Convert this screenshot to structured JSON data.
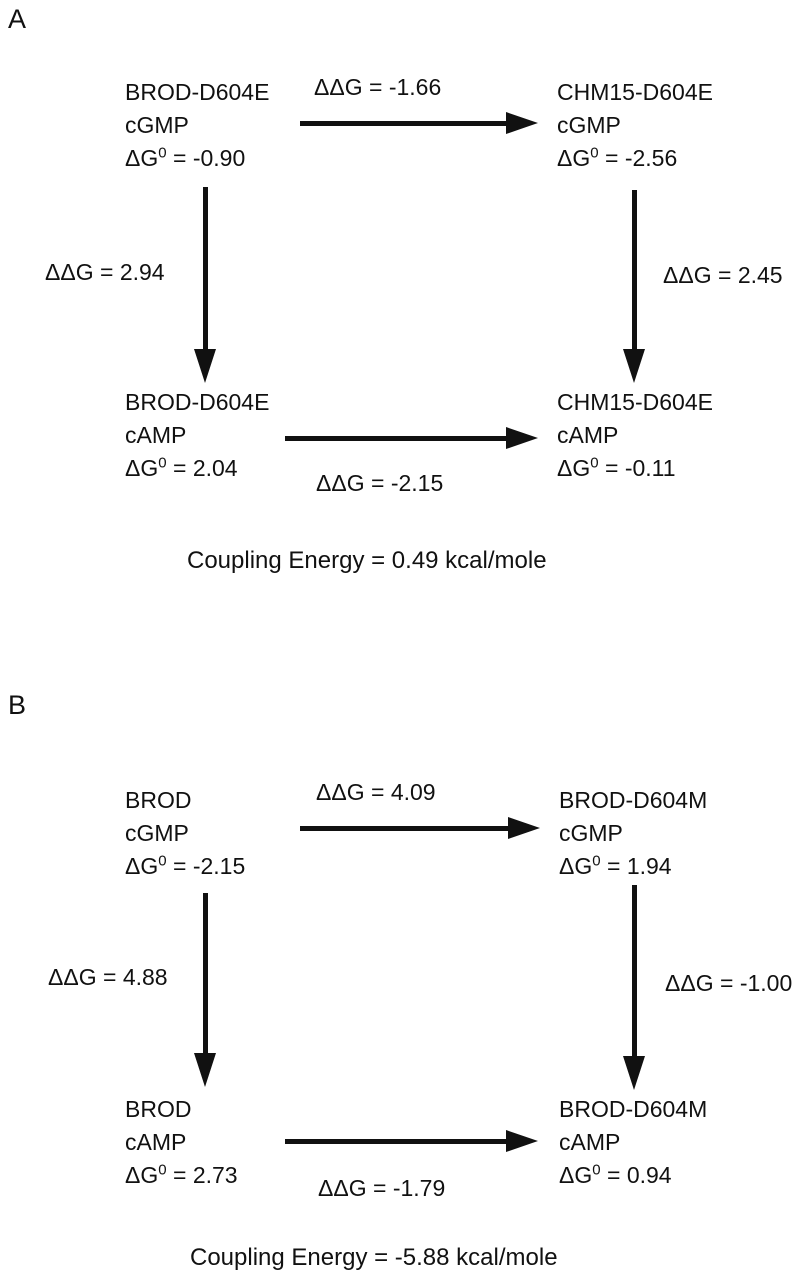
{
  "colors": {
    "background": "#ffffff",
    "ink": "#111111"
  },
  "panels": [
    {
      "label": "A",
      "nodes": {
        "top_left": {
          "name": "BROD-D604E",
          "ligand": "cGMP",
          "dg_base": "ΔG",
          "dg_sup": "0",
          "dg_value": " = -0.90"
        },
        "top_right": {
          "name": "CHM15-D604E",
          "ligand": "cGMP",
          "dg_base": "ΔG",
          "dg_sup": "0",
          "dg_value": " = -2.56"
        },
        "bottom_left": {
          "name": "BROD-D604E",
          "ligand": "cAMP",
          "dg_base": "ΔG",
          "dg_sup": "0",
          "dg_value": " = 2.04"
        },
        "bottom_right": {
          "name": "CHM15-D604E",
          "ligand": "cAMP",
          "dg_base": "ΔG",
          "dg_sup": "0",
          "dg_value": " = -0.11"
        }
      },
      "arrows": {
        "top": "ΔΔG = -1.66",
        "left": "ΔΔG = 2.94",
        "right": "ΔΔG = 2.45",
        "bottom": "ΔΔG = -2.15"
      },
      "coupling_energy": "Coupling Energy = 0.49 kcal/mole"
    },
    {
      "label": "B",
      "nodes": {
        "top_left": {
          "name": "BROD",
          "ligand": "cGMP",
          "dg_base": "ΔG",
          "dg_sup": "0",
          "dg_value": " = -2.15"
        },
        "top_right": {
          "name": "BROD-D604M",
          "ligand": "cGMP",
          "dg_base": "ΔG",
          "dg_sup": "0",
          "dg_value": " = 1.94"
        },
        "bottom_left": {
          "name": "BROD",
          "ligand": "cAMP",
          "dg_base": "ΔG",
          "dg_sup": "0",
          "dg_value": " = 2.73"
        },
        "bottom_right": {
          "name": "BROD-D604M",
          "ligand": "cAMP",
          "dg_base": "ΔG",
          "dg_sup": "0",
          "dg_value": " = 0.94"
        }
      },
      "arrows": {
        "top": "ΔΔG = 4.09",
        "left": "ΔΔG = 4.88",
        "right": "ΔΔG = -1.00",
        "bottom": "ΔΔG = -1.79"
      },
      "coupling_energy": "Coupling Energy = -5.88 kcal/mole"
    }
  ]
}
